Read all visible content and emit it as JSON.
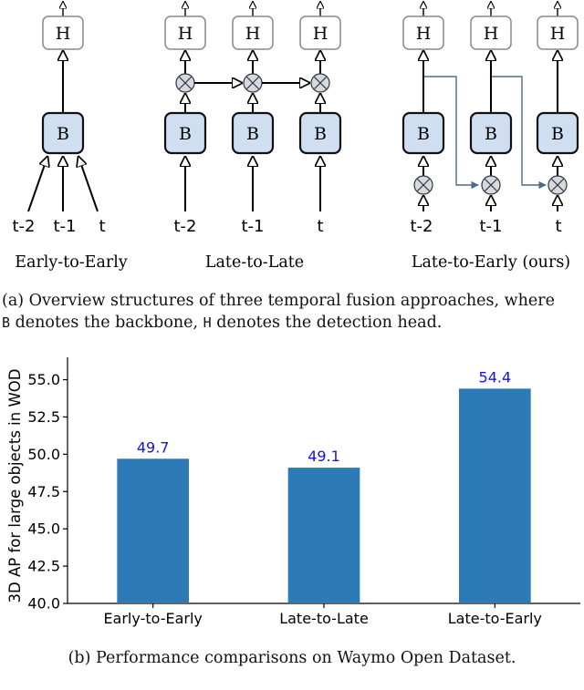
{
  "diagram": {
    "head_label": "H",
    "backbone_label": "B",
    "frames": [
      "t-2",
      "t-1",
      "t"
    ],
    "approaches": [
      "Early-to-Early",
      "Late-to-Late",
      "Late-to-Early (ours)"
    ],
    "colors": {
      "backbone_fill": "#cfdff1",
      "fuse_fill": "#d4d9e2",
      "arrow_blue": "#4a6b8a"
    }
  },
  "captions": {
    "a_prefix": "(a) Overview structures of three temporal fusion approaches, where",
    "a_b_symbol": "B",
    "a_b_text": " denotes the backbone, ",
    "a_h_symbol": "H",
    "a_h_text": " denotes the detection head.",
    "b": "(b) Performance comparisons on Waymo Open Dataset."
  },
  "chart_data": {
    "type": "bar",
    "categories": [
      "Early-to-Early",
      "Late-to-Late",
      "Late-to-Early"
    ],
    "values": [
      49.7,
      49.1,
      54.4
    ],
    "value_labels": [
      "49.7",
      "49.1",
      "54.4"
    ],
    "ylabel": "3D AP for large objects in WOD",
    "ylim": [
      40.0,
      56.5
    ],
    "yticks": [
      "40.0",
      "42.5",
      "45.0",
      "47.5",
      "50.0",
      "52.5",
      "55.0"
    ],
    "bar_color": "#2d7bb6",
    "label_color": "#1414e0"
  }
}
